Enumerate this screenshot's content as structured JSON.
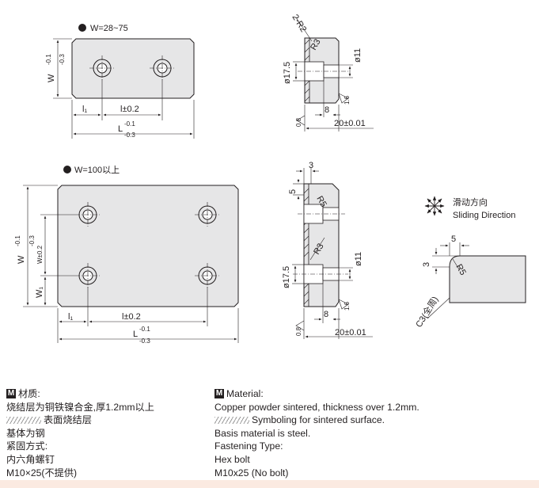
{
  "top_view": {
    "width_note": "W=28~75",
    "w_label": "W",
    "w_tol_upper": "-0.1",
    "w_tol_lower": "-0.3",
    "l1_label": "l₁",
    "pitch_label": "l±0.2",
    "length_label": "L",
    "l_tol_upper": "-0.1",
    "l_tol_lower": "-0.3"
  },
  "top_side": {
    "chamfer_label": "2-R2",
    "r3_label": "R3",
    "counterbore_label": "ø17.5",
    "hole_label": "ø11",
    "flat_label": "8",
    "finish_label": "1.6",
    "roughness_label": "0.8",
    "thickness_label": "20±0.01"
  },
  "bottom_view": {
    "width_note": "W=100以上",
    "w_label": "W",
    "w_tol_upper": "-0.1",
    "w_tol_lower": "-0.3",
    "w_pitch_label": "W±0.2",
    "w1_label": "W₁",
    "l1_label": "l₁",
    "pitch_label": "l±0.2",
    "length_label": "L",
    "l_tol_upper": "-0.1",
    "l_tol_lower": "-0.3"
  },
  "bottom_side": {
    "dim3_label": "3",
    "dim5_label": "5",
    "r5_label": "R5",
    "r3_label": "R3",
    "counterbore_label": "ø17.5",
    "hole_label": "ø11",
    "flat_label": "8",
    "finish_label": "1.6",
    "roughness_label": "0.8",
    "thickness_label": "20±0.01"
  },
  "sliding": {
    "title_cn": "滑动方向",
    "title_en": "Sliding Direction"
  },
  "detail": {
    "dim5_label": "5",
    "dim3_label": "3",
    "r5_label": "R5",
    "c3_label": "C3(全周)"
  },
  "notes_cn": {
    "badge": "M",
    "heading": "材质:",
    "line1": "烧结层为铜铁镍合金,厚1.2mm以上",
    "line2": "表面烧结层",
    "line3": "基体为钢",
    "line4": "紧固方式:",
    "line5": "内六角螺钉",
    "line6": "M10×25(不提供)"
  },
  "notes_en": {
    "badge": "M",
    "heading": "Material:",
    "line1": "Copper powder sintered, thickness over 1.2mm.",
    "line2": "Symboling for sintered surface.",
    "line3": "Basis material is steel.",
    "line4": "Fastening Type:",
    "line5": "Hex bolt",
    "line6": "M10x25 (No bolt)"
  }
}
